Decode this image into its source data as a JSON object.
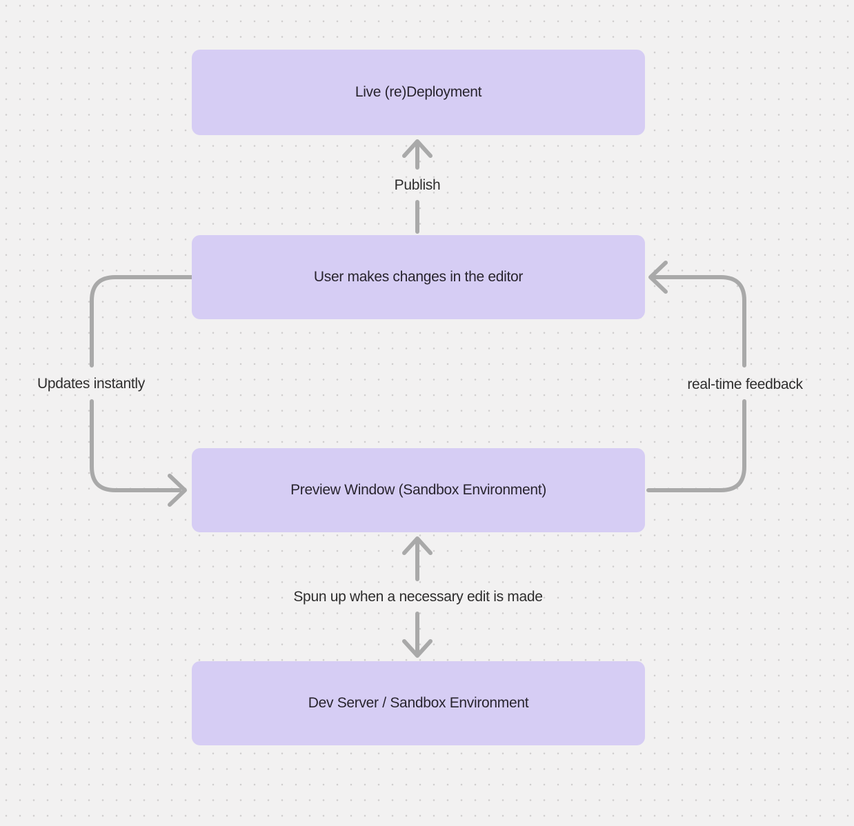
{
  "diagram": {
    "title": "",
    "nodes": [
      {
        "id": "live-redeployment",
        "label": "Live (re)Deployment"
      },
      {
        "id": "user-editor",
        "label": "User makes changes in the editor"
      },
      {
        "id": "preview-window",
        "label": "Preview Window (Sandbox Environment)"
      },
      {
        "id": "dev-server",
        "label": "Dev Server / Sandbox Environment"
      }
    ],
    "edges": [
      {
        "from": "user-editor",
        "to": "live-redeployment",
        "label": "Publish",
        "direction": "up"
      },
      {
        "from": "user-editor",
        "to": "preview-window",
        "label": "Updates instantly",
        "side": "left",
        "direction": "down"
      },
      {
        "from": "preview-window",
        "to": "user-editor",
        "label": "real-time feedback",
        "side": "right",
        "direction": "up"
      },
      {
        "from": "preview-window",
        "to": "dev-server",
        "label": "Spun up when a necessary edit is made",
        "direction": "bidirectional"
      }
    ],
    "colors": {
      "background": "#f2f1f1",
      "grid_dot": "#cfcdcd",
      "node_fill": "#d6cdf4",
      "arrow": "#a9a9a9",
      "text": "#2c2a30"
    }
  }
}
